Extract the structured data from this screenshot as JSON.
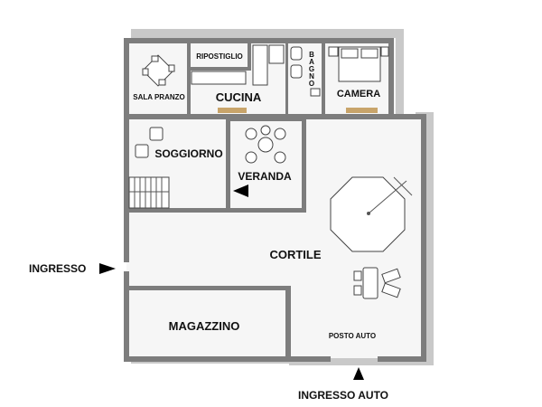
{
  "rooms": {
    "sala_pranzo": "SALA PRANZO",
    "ripostiglio": "RIPOSTIGLIO",
    "cucina": "CUCINA",
    "bagno": [
      "B",
      "A",
      "G",
      "N",
      "O"
    ],
    "camera": "CAMERA",
    "soggiorno": "SOGGIORNO",
    "veranda": "VERANDA",
    "cortile": "CORTILE",
    "magazzino": "MAGAZZINO",
    "posto_auto": "POSTO AUTO"
  },
  "entrances": {
    "ingresso": "INGRESSO",
    "ingresso_auto": "INGRESSO AUTO"
  },
  "colors": {
    "wall": "#7d7d7d",
    "wall_shadow": "#c9c9c9",
    "floor": "#f6f6f6",
    "radiator": "#c8a46a"
  }
}
